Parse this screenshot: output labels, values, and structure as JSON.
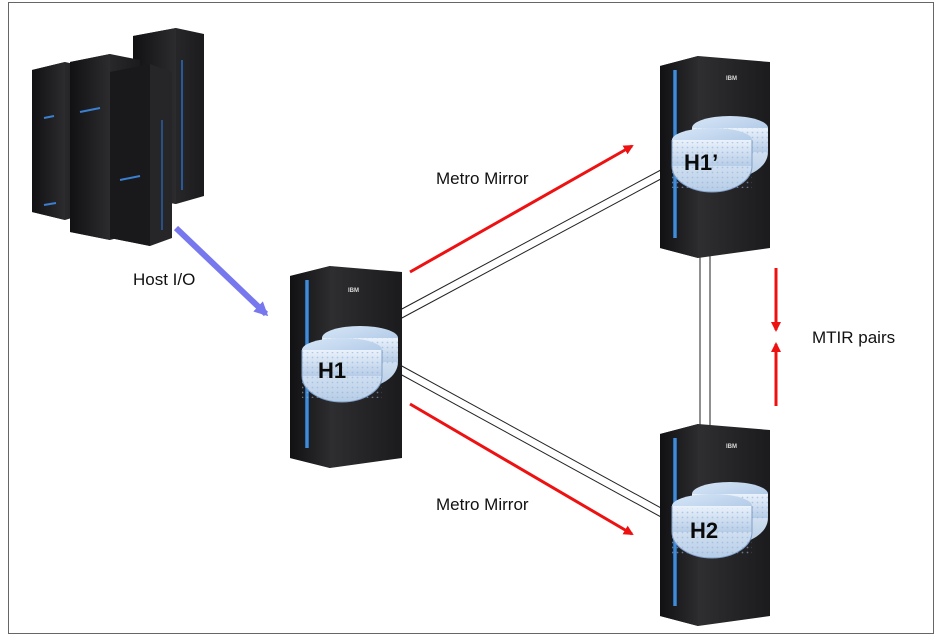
{
  "labels": {
    "host_io": "Host I/O",
    "metro_mirror_top": "Metro Mirror",
    "metro_mirror_bottom": "Metro Mirror",
    "mtir_pairs": "MTIR pairs"
  },
  "volumes": {
    "h1": "H1",
    "h1_prime": "H1’",
    "h2": "H2"
  },
  "storage_brand": "IBM",
  "colors": {
    "host_io_arrow": "#7777ee",
    "replication_arrow": "#ee1111",
    "mtir_arrow": "#ee1111",
    "storage_accent": "#3a7fd0"
  }
}
